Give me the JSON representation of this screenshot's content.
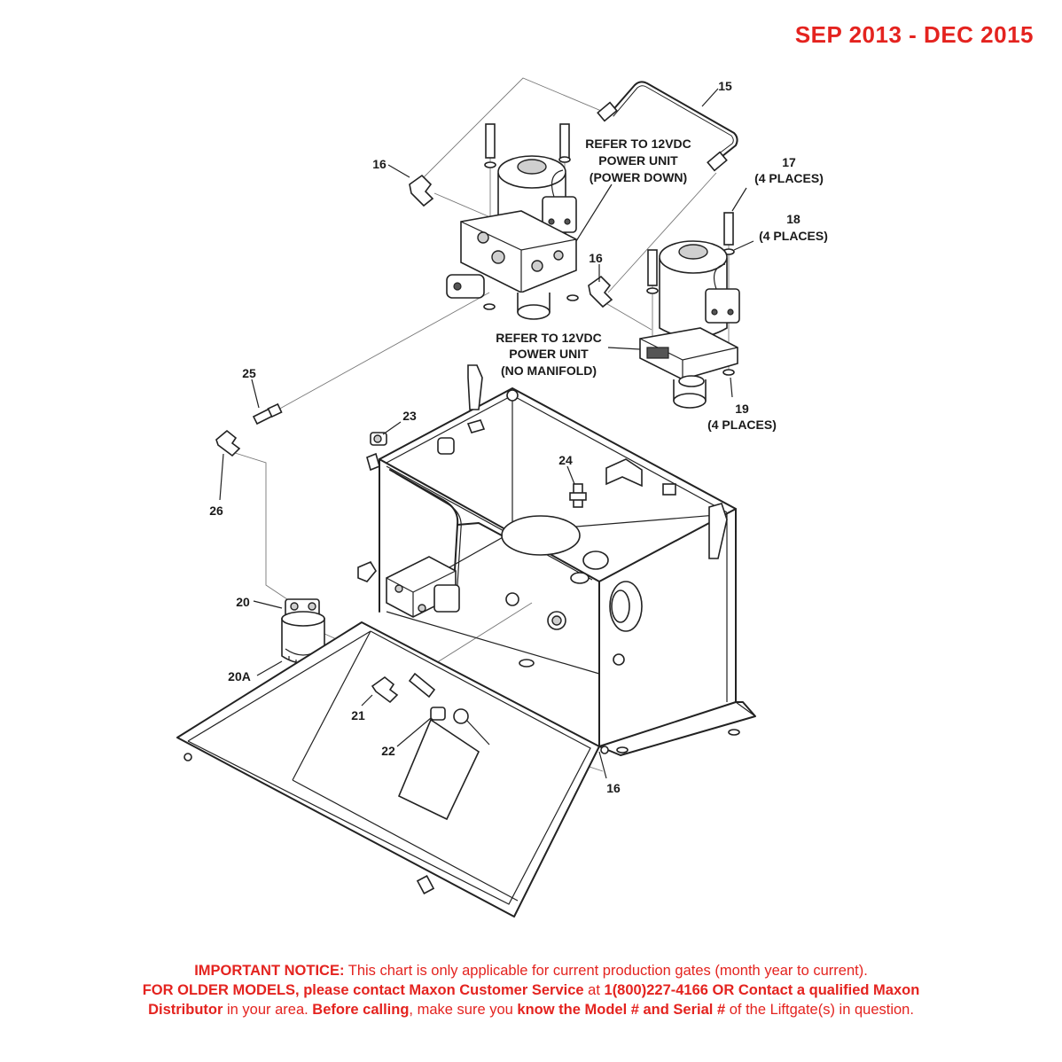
{
  "header": {
    "date_range": "SEP 2013 - DEC 2015"
  },
  "callouts": {
    "c15": "15",
    "c16a": "16",
    "c16b": "16",
    "c16c": "16",
    "c17": "17",
    "c17_sub": "(4 PLACES)",
    "c18": "18",
    "c18_sub": "(4 PLACES)",
    "c19": "19",
    "c19_sub": "(4 PLACES)",
    "c20": "20",
    "c20a": "20A",
    "c21": "21",
    "c22": "22",
    "c23": "23",
    "c24": "24",
    "c25": "25",
    "c26": "26",
    "refer_power_down_1": "REFER TO 12VDC",
    "refer_power_down_2": "POWER UNIT",
    "refer_power_down_3": "(POWER DOWN)",
    "refer_no_manifold_1": "REFER TO 12VDC",
    "refer_no_manifold_2": "POWER UNIT",
    "refer_no_manifold_3": "(NO MANIFOLD)"
  },
  "notice": {
    "line1_bold": "IMPORTANT NOTICE:",
    "line1_rest": " This chart is only applicable for current production gates (month year to current).",
    "line2_bold1": "FOR OLDER MODELS, please contact Maxon Customer Service",
    "line2_plain1": " at ",
    "line2_bold2": "1(800)227-4166 OR Contact a qualified Maxon",
    "line3_bold1": "Distributor",
    "line3_plain1": " in your area. ",
    "line3_bold2": "Before calling",
    "line3_plain2": ", make sure you ",
    "line3_bold3": "know the Model # and Serial #",
    "line3_plain3": " of the Liftgate(s) in question."
  },
  "colors": {
    "accent_red": "#e4231f",
    "line": "#222222"
  }
}
